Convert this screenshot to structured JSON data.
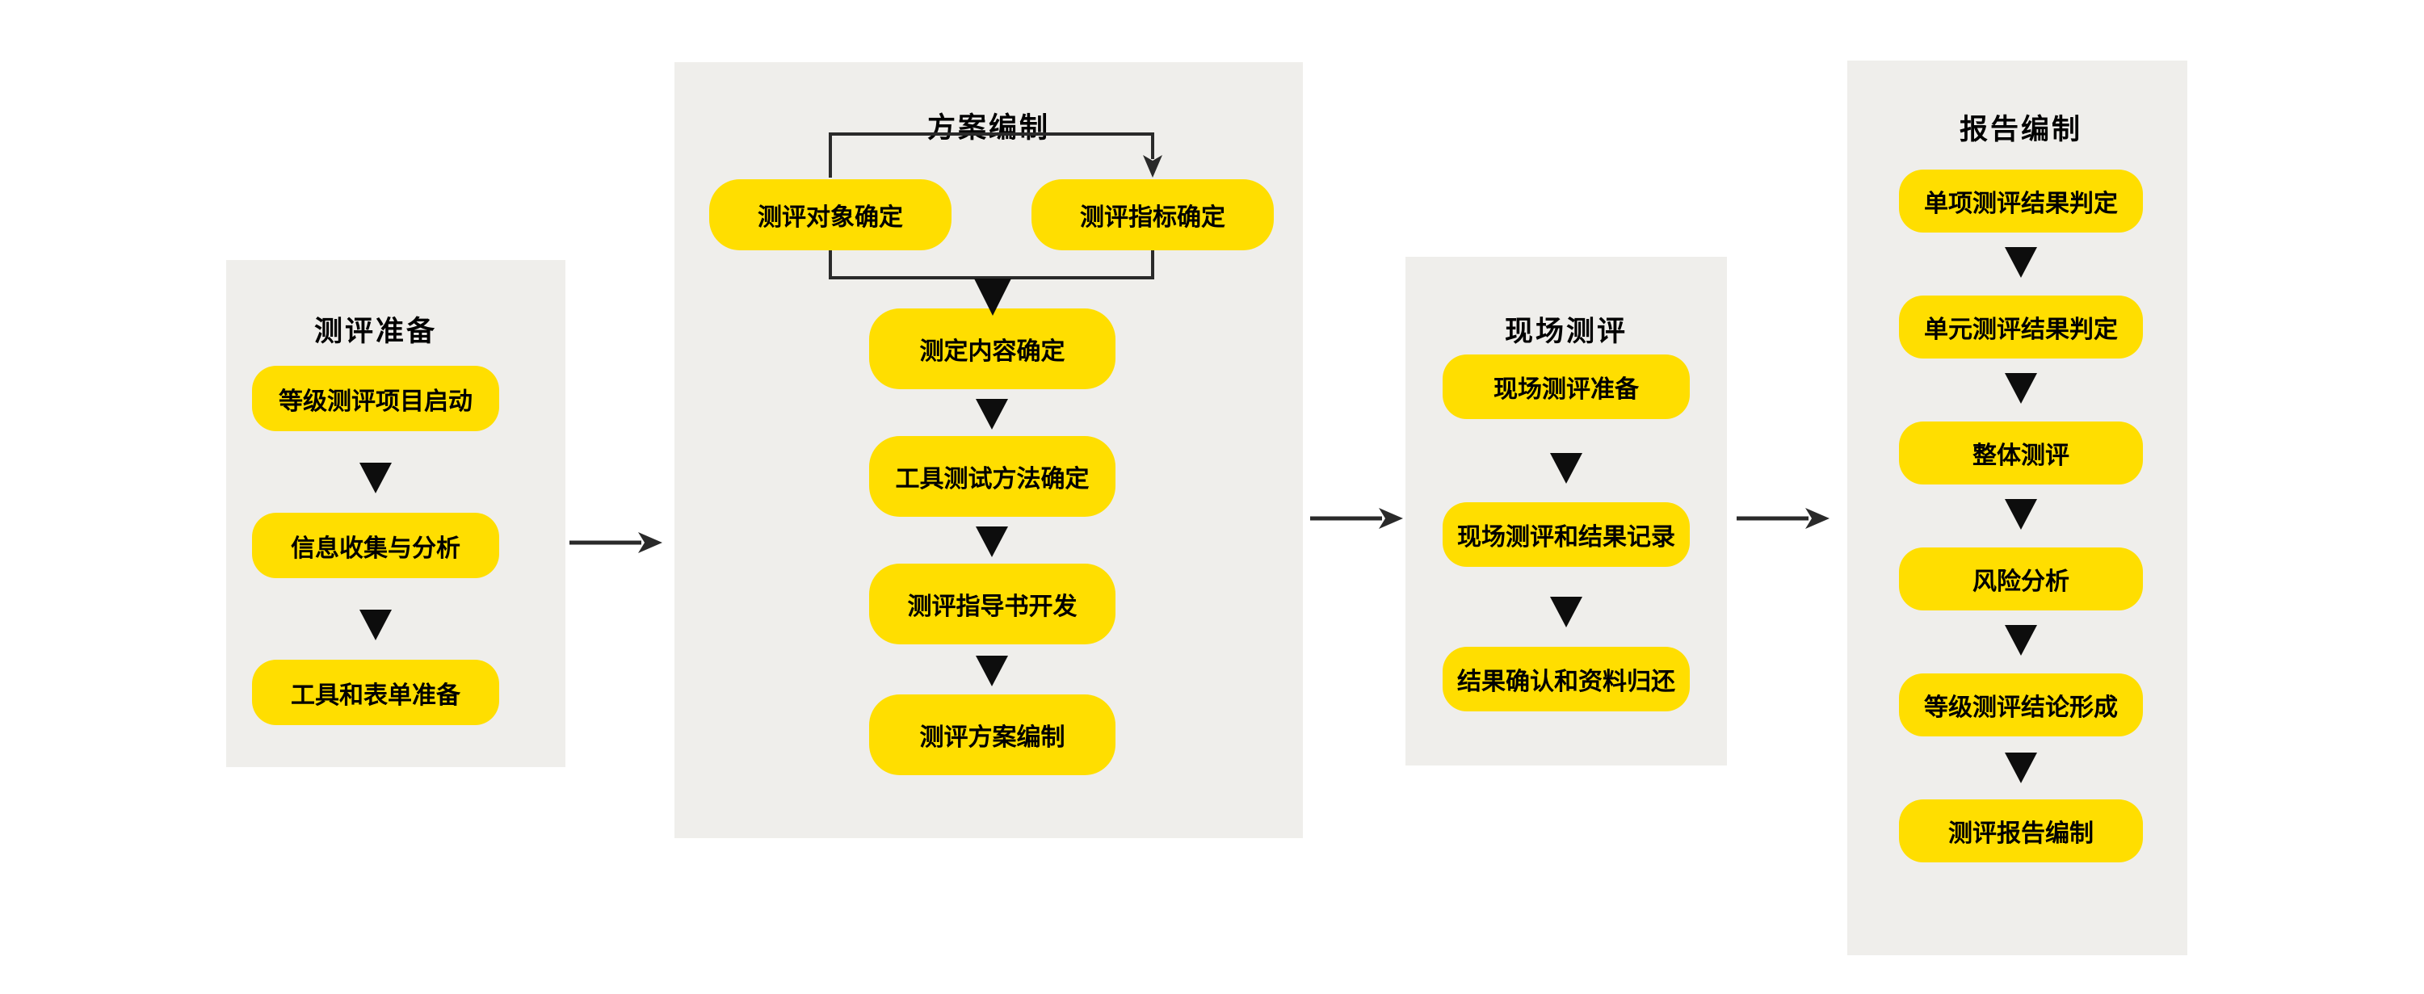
{
  "diagram": {
    "type": "flowchart",
    "colors": {
      "page_background": "#ffffff",
      "panel_background": "#efeeeb",
      "step_box_fill": "#ffde00",
      "step_text": "#000000",
      "connector_line": "#2a2a2a",
      "triangle_fill": "#0d0d0d"
    },
    "panels": [
      {
        "id": "preparation",
        "title": "测评准备",
        "boxes": [
          {
            "label": "等级测评项目启动"
          },
          {
            "label": "信息收集与分析"
          },
          {
            "label": "工具和表单准备"
          }
        ]
      },
      {
        "id": "plan",
        "title": "方案编制",
        "top_boxes": [
          {
            "label": "测评对象确定"
          },
          {
            "label": "测评指标确定"
          }
        ],
        "boxes": [
          {
            "label": "测定内容确定"
          },
          {
            "label": "工具测试方法确定"
          },
          {
            "label": "测评指导书开发"
          },
          {
            "label": "测评方案编制"
          }
        ]
      },
      {
        "id": "onsite",
        "title": "现场测评",
        "boxes": [
          {
            "label": "现场测评准备"
          },
          {
            "label": "现场测评和结果记录"
          },
          {
            "label": "结果确认和资料归还"
          }
        ]
      },
      {
        "id": "report",
        "title": "报告编制",
        "boxes": [
          {
            "label": "单项测评结果判定"
          },
          {
            "label": "单元测评结果判定"
          },
          {
            "label": "整体测评"
          },
          {
            "label": "风险分析"
          },
          {
            "label": "等级测评结论形成"
          },
          {
            "label": "测评报告编制"
          }
        ]
      }
    ],
    "flow_arrows": [
      {
        "from": "测评准备",
        "to": "方案编制"
      },
      {
        "from": "方案编制",
        "to": "现场测评"
      },
      {
        "from": "现场测评",
        "to": "报告编制"
      }
    ]
  }
}
